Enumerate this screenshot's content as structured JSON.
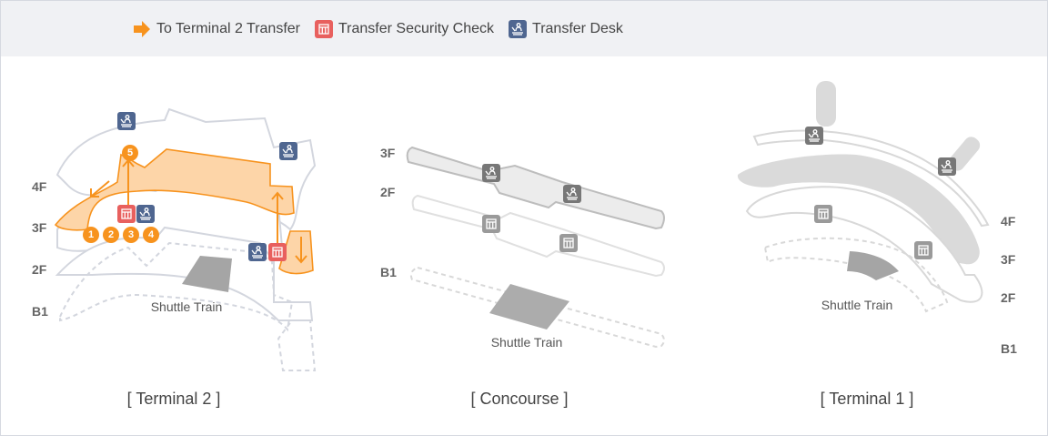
{
  "legend": {
    "items": [
      {
        "icon": "orange-arrow-icon",
        "label": "To Terminal 2 Transfer"
      },
      {
        "icon": "security-gate-icon",
        "label": "Transfer Security Check"
      },
      {
        "icon": "transfer-desk-icon",
        "label": "Transfer Desk"
      }
    ]
  },
  "colors": {
    "route": "#f7931e",
    "route_fill": "#fdd5a8",
    "security": "#e8605e",
    "desk": "#4f6690",
    "inactive_marker": "#8f8f8f",
    "outline": "#d3d6de",
    "legend_bg": "#f0f1f4"
  },
  "maps": [
    {
      "caption": "[ Terminal 2 ]",
      "floors": [
        "4F",
        "3F",
        "2F",
        "B1"
      ],
      "shuttle_label": "Shuttle Train",
      "steps": [
        "1",
        "2",
        "3",
        "4",
        "5"
      ]
    },
    {
      "caption": "[ Concourse ]",
      "floors": [
        "3F",
        "2F",
        "B1"
      ],
      "shuttle_label": "Shuttle Train"
    },
    {
      "caption": "[ Terminal 1 ]",
      "floors": [
        "4F",
        "3F",
        "2F",
        "B1"
      ],
      "shuttle_label": "Shuttle Train"
    }
  ]
}
